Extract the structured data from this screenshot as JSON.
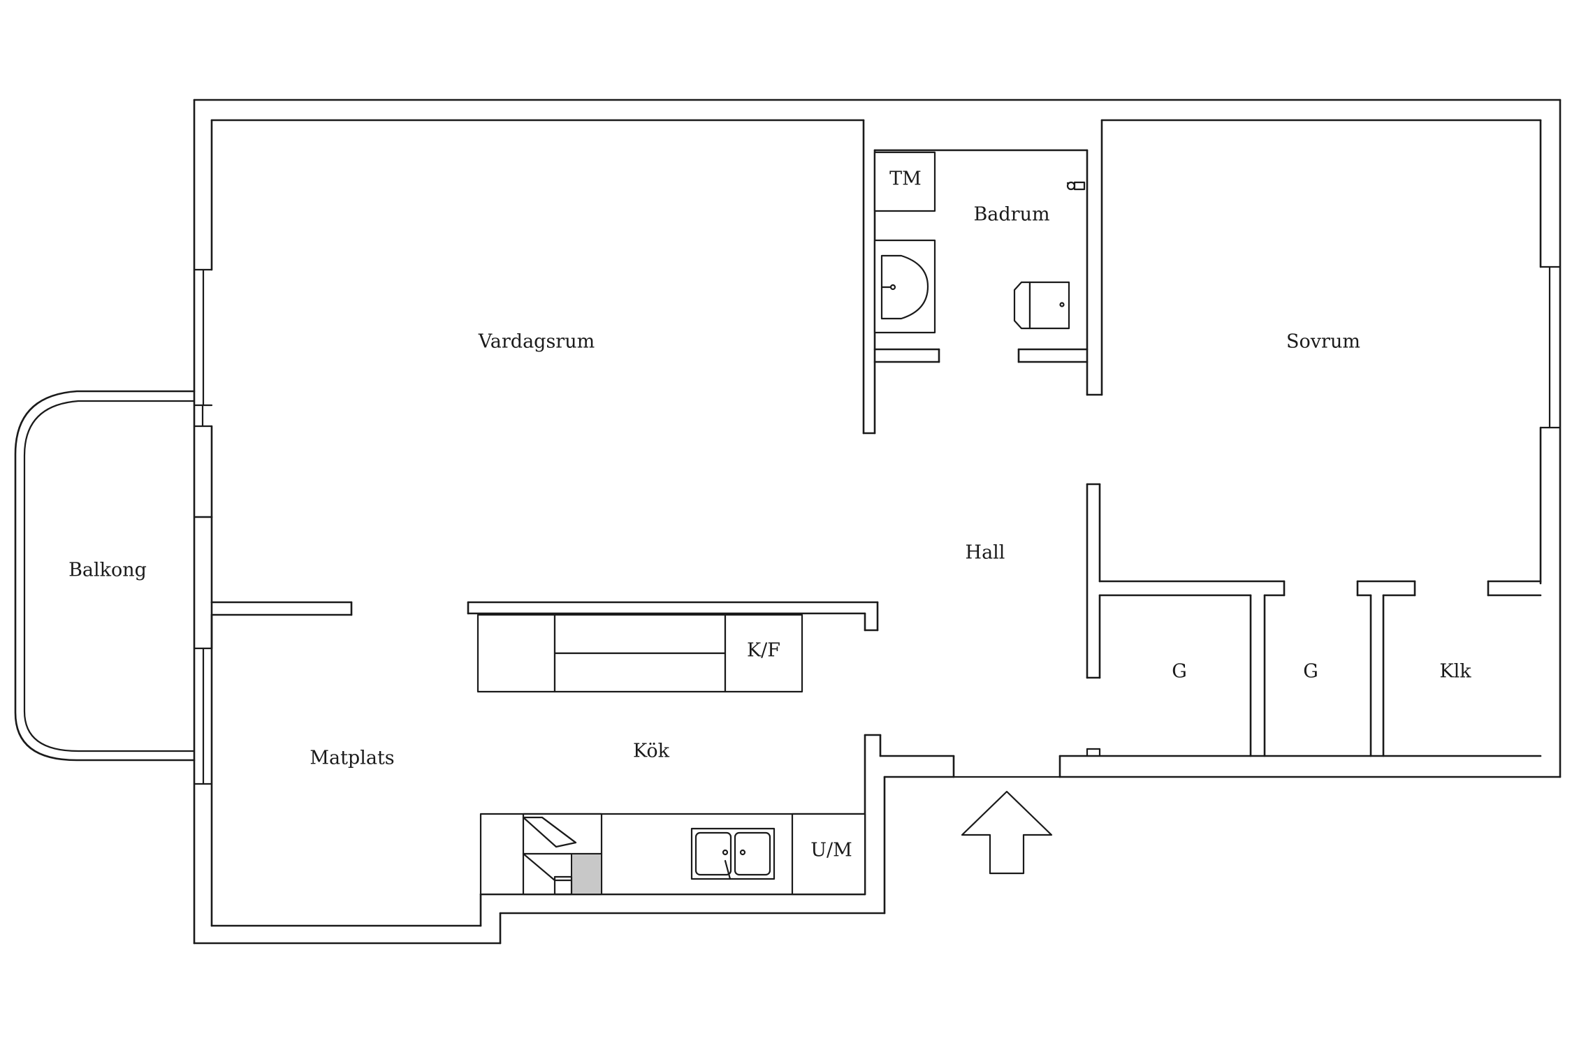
{
  "rooms": {
    "vardagsrum": "Vardagsrum",
    "badrum": "Badrum",
    "sovrum": "Sovrum",
    "balkong": "Balkong",
    "hall": "Hall",
    "kok": "Kök",
    "matplats": "Matplats",
    "garderob_1": "G",
    "garderob_2": "G",
    "klk": "Klk"
  },
  "fixtures": {
    "tm": "TM",
    "kf": "K/F",
    "um": "U/M"
  },
  "icons": {
    "entrance": "entrance-arrow-icon"
  }
}
